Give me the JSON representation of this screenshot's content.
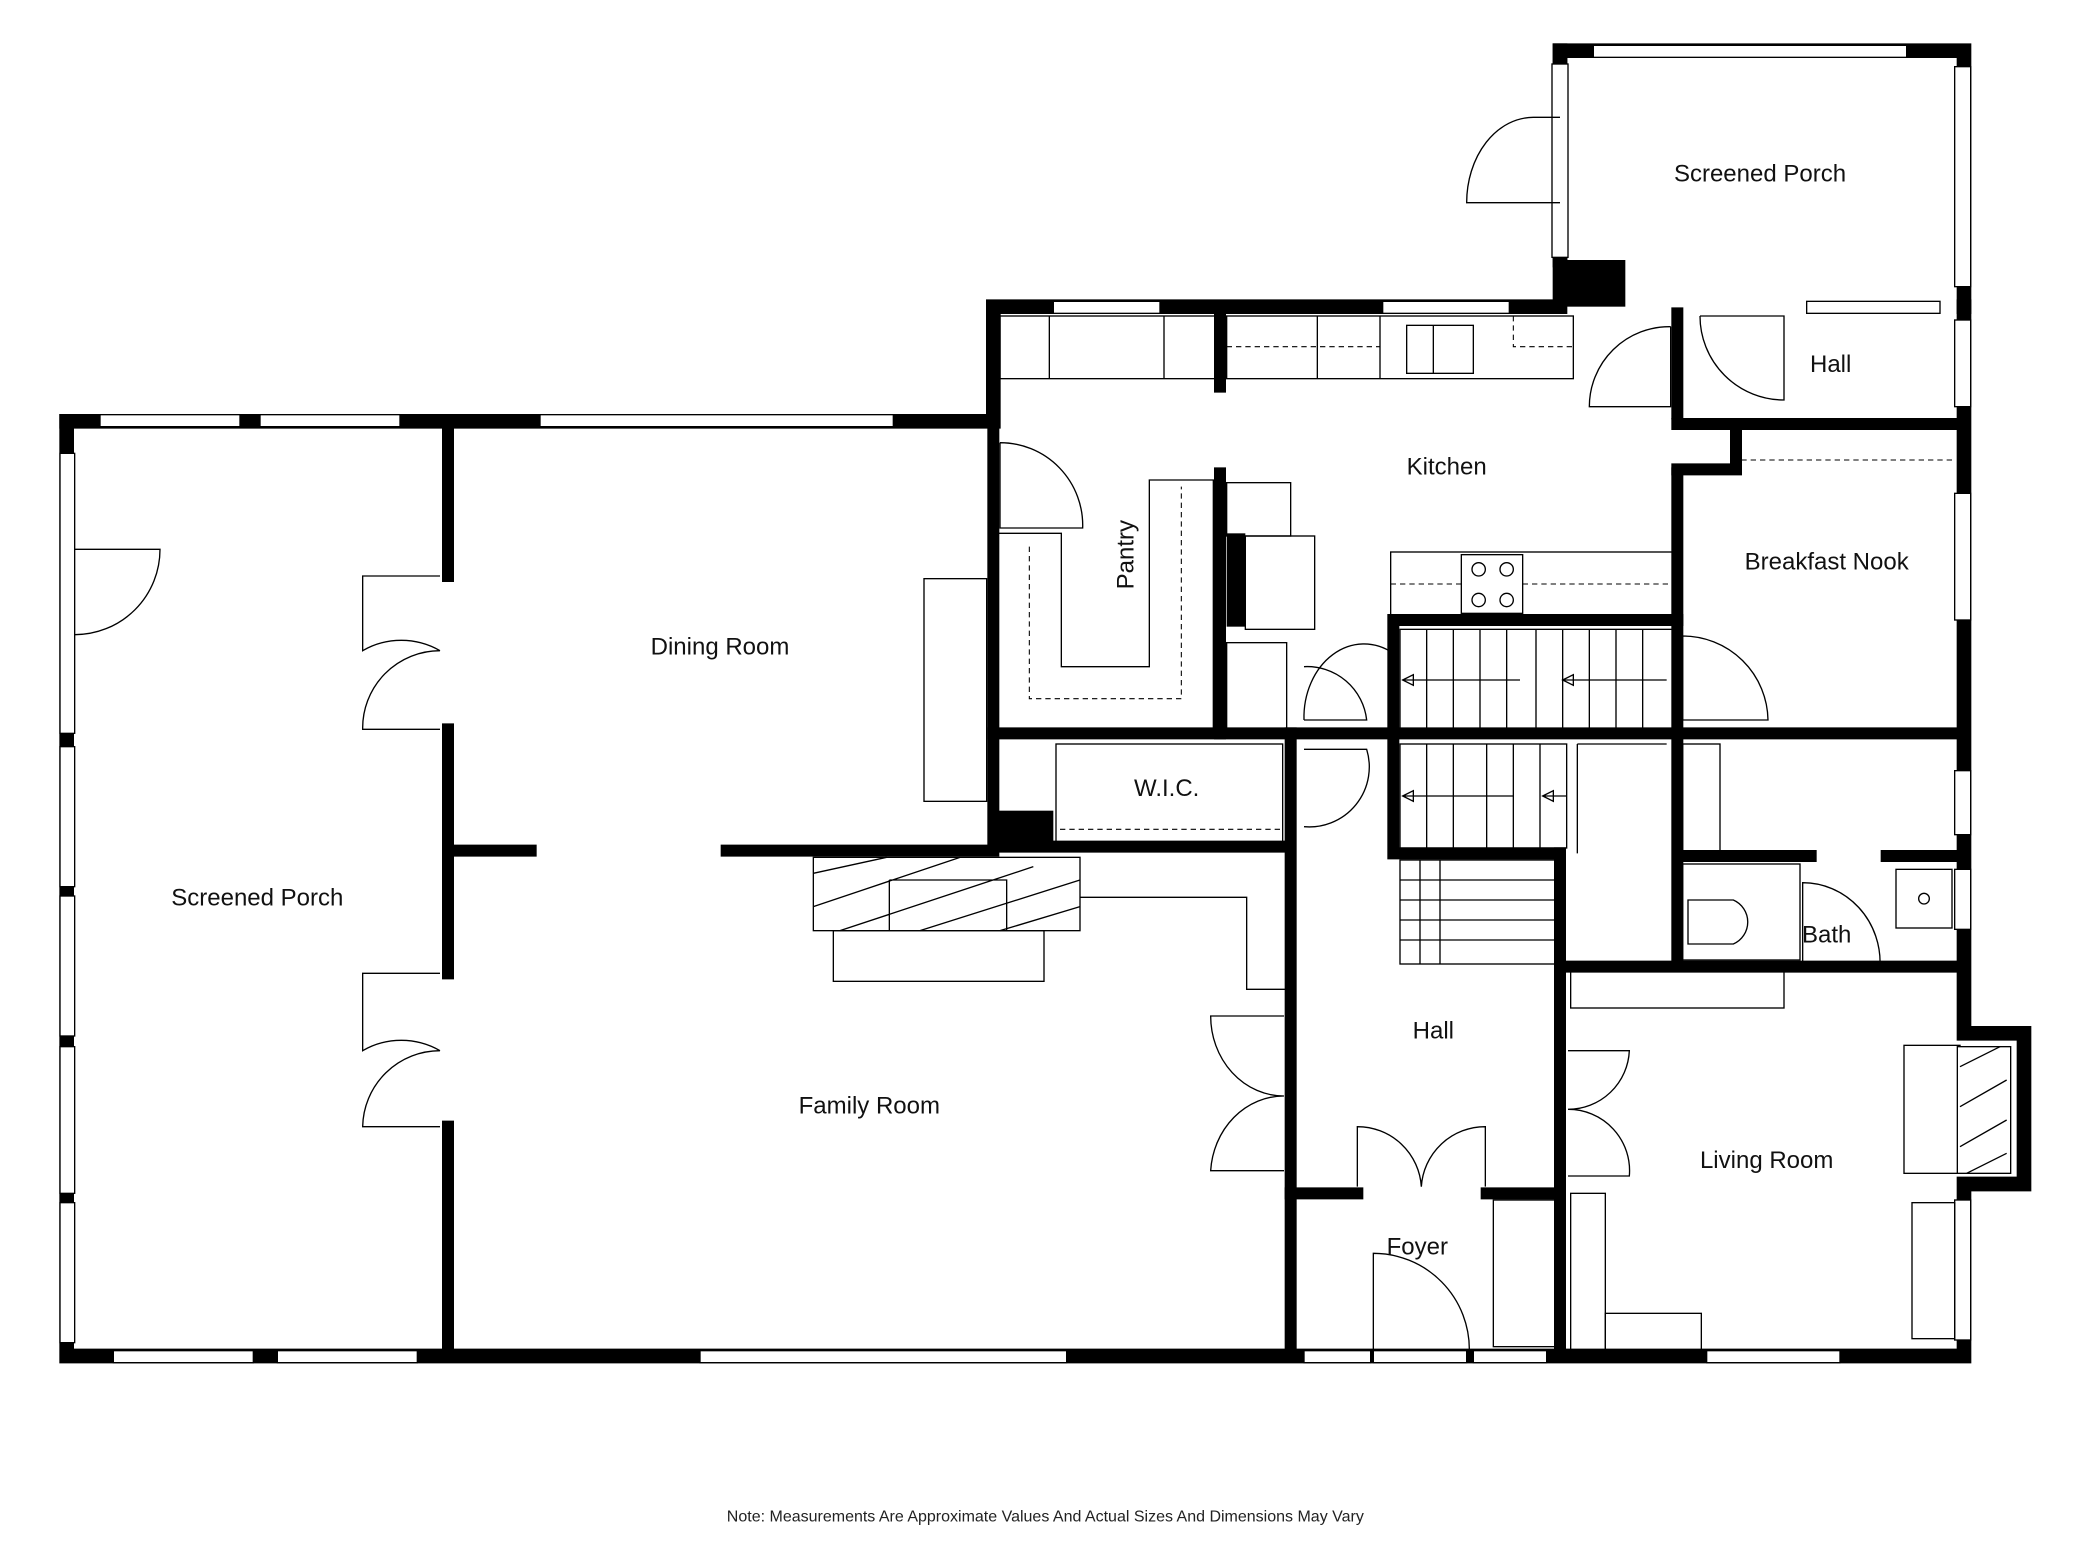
{
  "rooms": {
    "screened_porch_top": "Screened Porch",
    "hall_top": "Hall",
    "kitchen": "Kitchen",
    "pantry": "Pantry",
    "breakfast_nook": "Breakfast Nook",
    "dining_room": "Dining Room",
    "wic": "W.I.C.",
    "screened_porch_left": "Screened Porch",
    "bath": "Bath",
    "hall": "Hall",
    "family_room": "Family Room",
    "living_room": "Living Room",
    "foyer": "Foyer"
  },
  "note": "Note: Measurements Are Approximate Values And Actual Sizes And Dimensions May Vary"
}
